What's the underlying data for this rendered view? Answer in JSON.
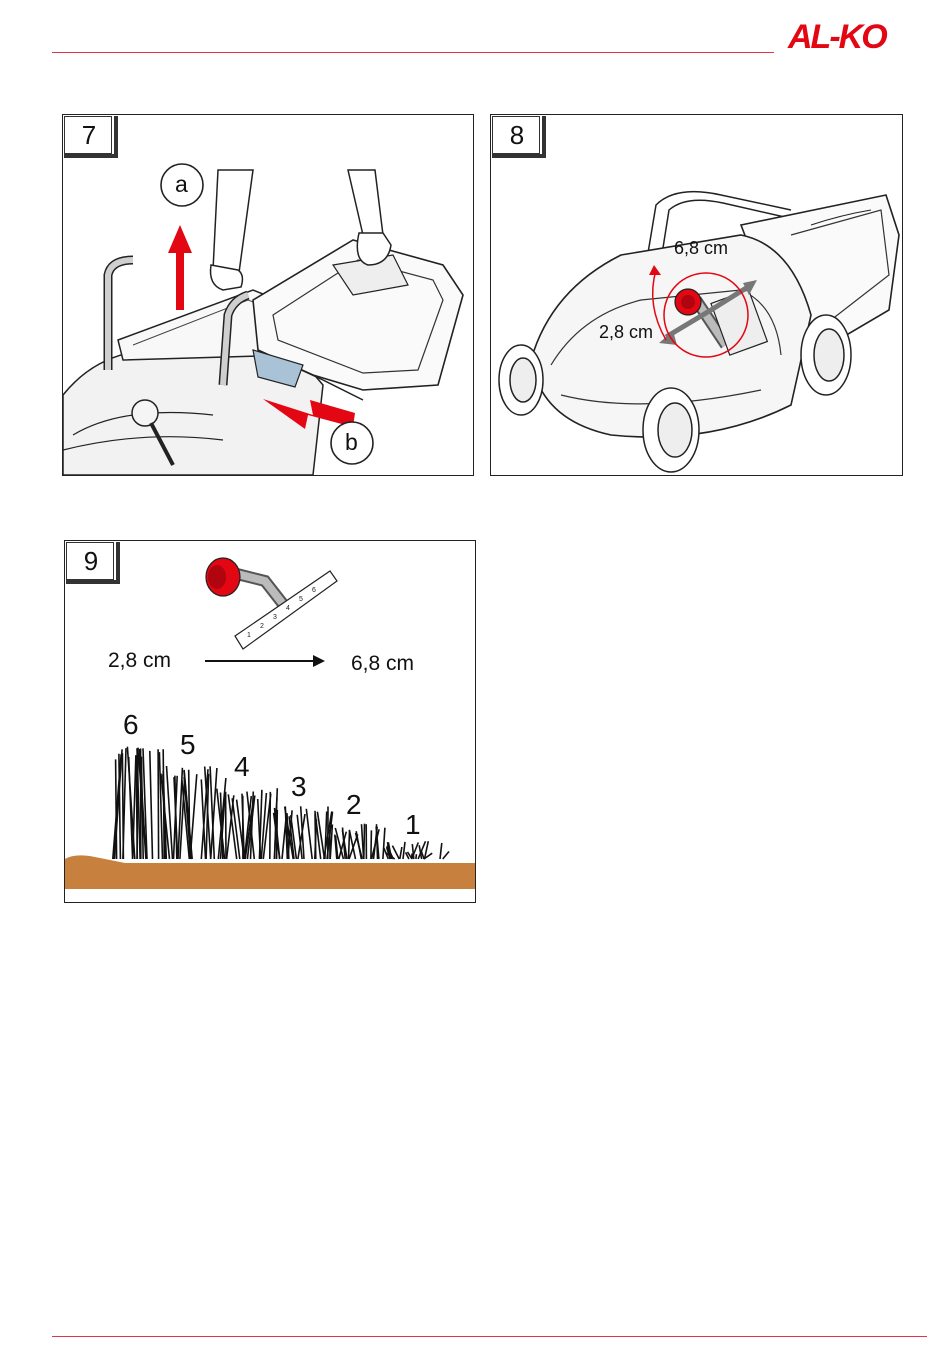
{
  "header": {
    "brand": "AL-KO"
  },
  "figures": [
    {
      "number": "7",
      "callout_a": "a",
      "callout_b": "b"
    },
    {
      "number": "8",
      "height_max": "6,8 cm",
      "height_min": "2,8 cm"
    },
    {
      "number": "9",
      "height_min": "2,8 cm",
      "height_max": "6,8 cm",
      "scale_marks": [
        "1",
        "2",
        "3",
        "4",
        "5",
        "6"
      ],
      "grass_levels": [
        "6",
        "5",
        "4",
        "3",
        "2",
        "1"
      ]
    }
  ],
  "colors": {
    "brand_red": "#e30613",
    "soil": "#c8803e",
    "arrow_red": "#e30613"
  }
}
